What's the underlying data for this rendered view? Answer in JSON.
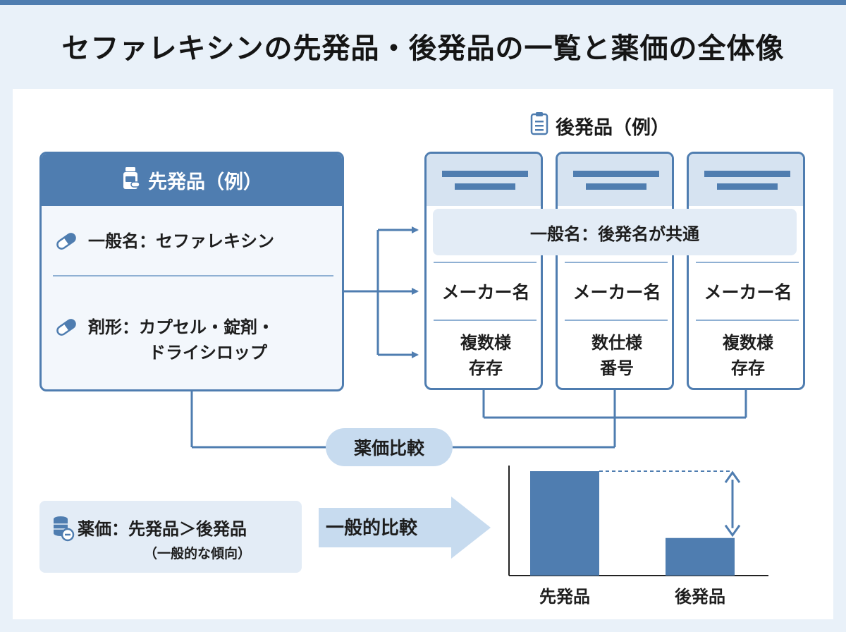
{
  "title": "セファレキシンの先発品・後発品の一覧と薬価の全体像",
  "brand": {
    "heading": "先発品（例）",
    "generic_name": "一般名：セファレキシン",
    "dosage_form_line1": "剤形：カプセル・錠剤・",
    "dosage_form_line2": "ドライシロップ"
  },
  "generics": {
    "heading": "後発品（例）",
    "common": "一般名：後発名が共通",
    "cards": [
      {
        "maker": "メーカー名",
        "detail_line1": "複数様",
        "detail_line2": "存存"
      },
      {
        "maker": "メーカー名",
        "detail_line1": "数仕様",
        "detail_line2": "番号"
      },
      {
        "maker": "メーカー名",
        "detail_line1": "複数様",
        "detail_line2": "存存"
      }
    ]
  },
  "price_compare_label": "薬価比較",
  "price_note": {
    "main": "薬価：先発品＞後発品",
    "sub": "（一般的な傾向）"
  },
  "arrow_label": "一般的比較",
  "chart_data": {
    "type": "bar",
    "categories": [
      "先発品",
      "後発品"
    ],
    "values": [
      1.0,
      0.36
    ],
    "title": "",
    "xlabel": "",
    "ylabel": "",
    "ylim": [
      0,
      1.0
    ]
  },
  "colors": {
    "accent": "#4f7db0",
    "light": "#d6e3f1",
    "pill": "#c7dbef",
    "background": "#e9f1f9"
  },
  "icons": [
    "pill-bottle-icon",
    "capsule-icon",
    "clipboard-icon",
    "coins-icon"
  ]
}
